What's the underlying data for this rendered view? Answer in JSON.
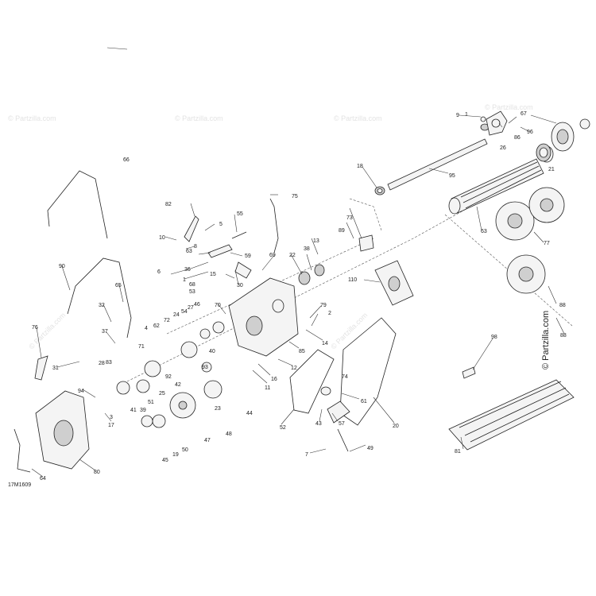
{
  "diagram": {
    "code": "17M1609",
    "brand": "© Partzilla.com",
    "watermark": "© Partzilla.com",
    "parts": [
      "1",
      "2",
      "3",
      "4",
      "5",
      "6",
      "7",
      "8",
      "9",
      "10",
      "11",
      "12",
      "13",
      "14",
      "15",
      "16",
      "17",
      "18",
      "19",
      "20",
      "21",
      "22",
      "23",
      "24",
      "25",
      "26",
      "27",
      "28",
      "30",
      "31",
      "32",
      "36",
      "37",
      "38",
      "39",
      "40",
      "41",
      "42",
      "43",
      "44",
      "45",
      "46",
      "47",
      "48",
      "49",
      "50",
      "51",
      "52",
      "53",
      "54",
      "55",
      "57",
      "59",
      "61",
      "62",
      "63",
      "64",
      "65",
      "66",
      "67",
      "68",
      "69",
      "70",
      "71",
      "72",
      "73",
      "74",
      "75",
      "76",
      "77",
      "79",
      "80",
      "81",
      "82",
      "83",
      "85",
      "86",
      "88",
      "89",
      "90",
      "92",
      "93",
      "94",
      "95",
      "96",
      "98",
      "110"
    ]
  }
}
